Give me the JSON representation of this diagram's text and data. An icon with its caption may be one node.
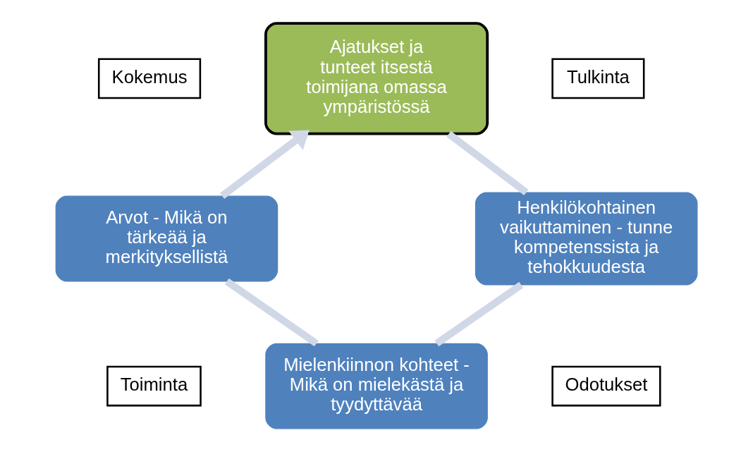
{
  "diagram": {
    "nodes": [
      {
        "text": [
          "Ajatukset ja tunteet itsestä toimijana omassa ympäristössä"
        ]
      },
      {
        "text": [
          "Henkilökohtainen vaikuttaminen - tunne kompetenssista ja tehokkuudesta"
        ]
      },
      {
        "text": [
          "Mielenkiinnon kohteet - Mikä on mielekästä ja tyydyttävää"
        ]
      },
      {
        "text": [
          "Arvot - Mikä on tärkeää ja merkityksellistä"
        ]
      },
      {
        "text": [
          "Kokemus"
        ]
      },
      {
        "text": [
          "Tulkinta"
        ]
      },
      {
        "text": [
          "Toiminta"
        ]
      },
      {
        "text": [
          "Odotukset"
        ]
      }
    ],
    "edges": [
      {
        "from": 0,
        "to": 1,
        "arrow": "none",
        "color": "#d0d8e8"
      },
      {
        "from": 1,
        "to": 2,
        "arrow": "none",
        "color": "#d0d8e8"
      },
      {
        "from": 2,
        "to": 3,
        "arrow": "none",
        "color": "#d0d8e8"
      },
      {
        "from": 3,
        "to": 0,
        "arrow": "to",
        "color": "#d0d8e8"
      }
    ]
  }
}
